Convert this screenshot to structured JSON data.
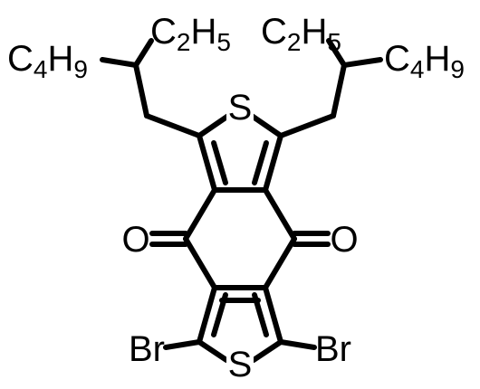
{
  "labels": {
    "s_top": "S",
    "s_bottom": "S",
    "o_left": "O",
    "o_right": "O",
    "br_left": "Br",
    "br_right": "Br",
    "c4h9_left": {
      "c": "C",
      "n1": "4",
      "h": "H",
      "n2": "9"
    },
    "c2h5_left": {
      "c": "C",
      "n1": "2",
      "h": "H",
      "n2": "5"
    },
    "c2h5_right": {
      "c": "C",
      "n1": "2",
      "h": "H",
      "n2": "5"
    },
    "c4h9_right": {
      "c": "C",
      "n1": "4",
      "h": "H",
      "n2": "9"
    }
  }
}
